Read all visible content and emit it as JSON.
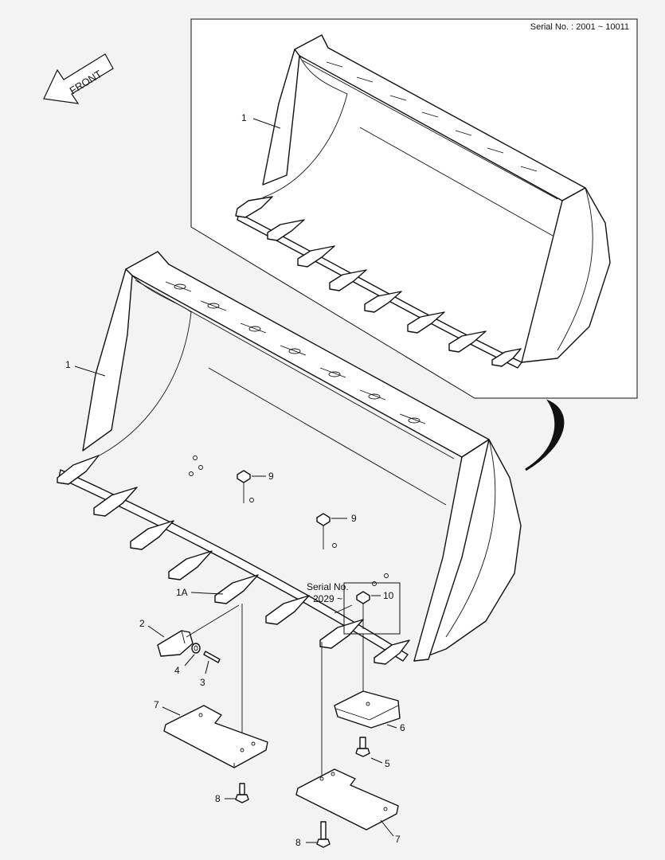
{
  "inset_serial": "Serial No. : 2001 ~ 10011",
  "front_label": "FRONT",
  "serial_note": {
    "line1": "Serial No.",
    "line2": "2029 ~"
  },
  "callouts": {
    "c1_inset": "1",
    "c1_main": "1",
    "c1a": "1A",
    "c2": "2",
    "c3": "3",
    "c4": "4",
    "c5": "5",
    "c6": "6",
    "c7_left": "7",
    "c7_right": "7",
    "c8_left": "8",
    "c8_right": "8",
    "c9_upper": "9",
    "c9_lower": "9",
    "c10": "10"
  }
}
